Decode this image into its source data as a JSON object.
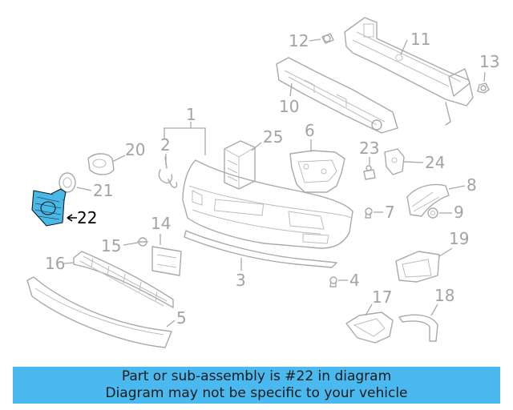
{
  "diagram": {
    "labels": {
      "p1": "1",
      "p2": "2",
      "p3": "3",
      "p4": "4",
      "p5": "5",
      "p6": "6",
      "p7": "7",
      "p8": "8",
      "p9": "9",
      "p10": "10",
      "p11": "11",
      "p12": "12",
      "p13": "13",
      "p14": "14",
      "p15": "15",
      "p16": "16",
      "p17": "17",
      "p18": "18",
      "p19": "19",
      "p20": "20",
      "p21": "21",
      "p22": "22",
      "p23": "23",
      "p24": "24",
      "p25": "25"
    },
    "highlighted_part": "22",
    "highlight_color": "#47b8e8"
  },
  "banner": {
    "line1": "Part or sub-assembly is #22 in diagram",
    "line2": "Diagram may not be specific to your vehicle",
    "background": "#4ab9ef"
  }
}
